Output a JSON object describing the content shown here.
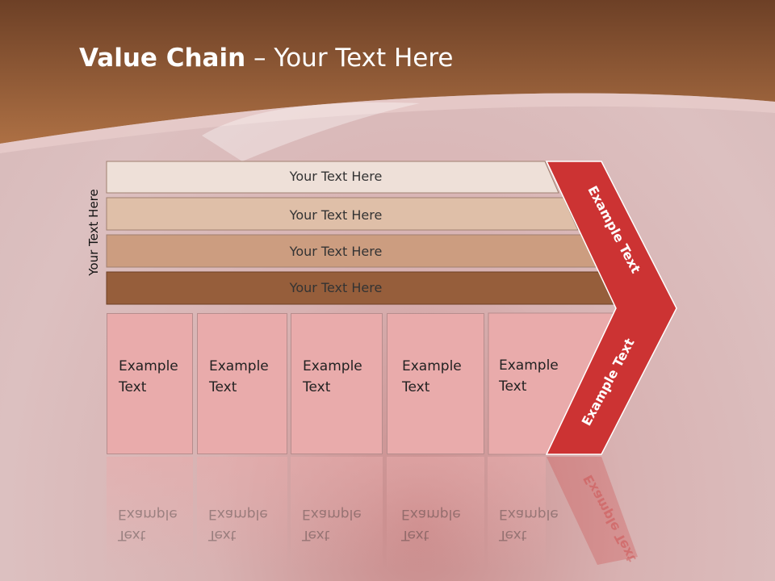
{
  "slide": {
    "title_bold": "Value Chain",
    "title_rest": " – Your Text Here",
    "side_label": "Your Text Here"
  },
  "bars": [
    {
      "label": "Your Text Here",
      "color": "#eee0d8"
    },
    {
      "label": "Your Text Here",
      "color": "#dfbfa8"
    },
    {
      "label": "Your Text Here",
      "color": "#cc9d80"
    },
    {
      "label": "Your Text Here",
      "color": "#965e3b"
    }
  ],
  "boxes": [
    {
      "line1": "Example",
      "line2": "Text"
    },
    {
      "line1": "Example",
      "line2": "Text"
    },
    {
      "line1": "Example",
      "line2": "Text"
    },
    {
      "line1": "Example",
      "line2": "Text"
    },
    {
      "line1": "Example",
      "line2": "Text"
    }
  ],
  "arrow": {
    "upper_label": "Example Text",
    "lower_label": "Example Text",
    "color": "#cc3333"
  },
  "colors": {
    "header_brown": "#8a5533",
    "box_pink": "#e9abab"
  }
}
